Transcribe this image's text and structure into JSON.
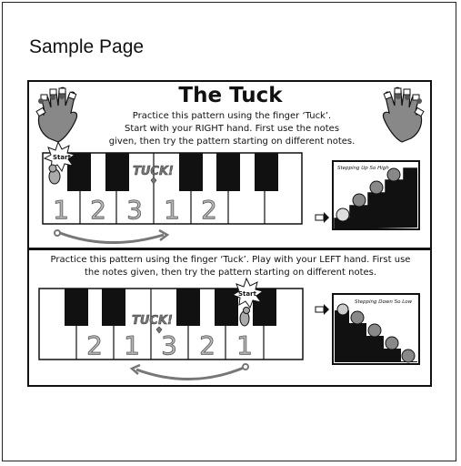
{
  "page": {
    "title": "Sample Page"
  },
  "worksheet": {
    "heading": "The Tuck",
    "top": {
      "instructions": [
        "Practice this pattern  using the finger ‘Tuck’.",
        "Start with your RIGHT hand.  First use the notes",
        "given, then try the pattern starting on different notes."
      ],
      "start_label": "Start",
      "tuck_label": "TUCK!",
      "fingers": [
        "1",
        "2",
        "3",
        "1",
        "2"
      ],
      "staircase_title": "Stepping Up So High"
    },
    "bottom": {
      "instructions": [
        "Practice this pattern using the finger ‘Tuck’. Play with your LEFT hand.  First use",
        "the notes given, then try the pattern starting on different notes."
      ],
      "start_label": "Start",
      "tuck_label": "TUCK!",
      "fingers": [
        "2",
        "1",
        "3",
        "2",
        "1"
      ],
      "staircase_title": "Stepping Down So Low"
    }
  }
}
